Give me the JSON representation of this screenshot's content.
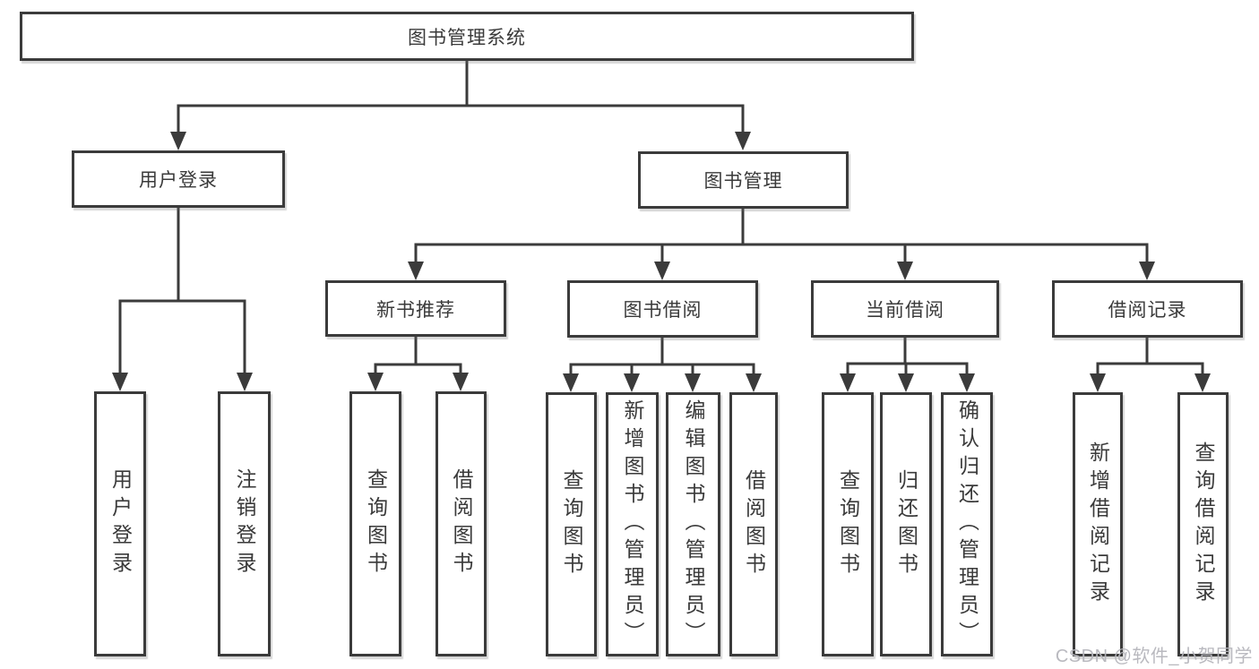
{
  "diagram": {
    "root": {
      "label": "图书管理系统"
    },
    "level2": [
      {
        "label": "用户登录"
      },
      {
        "label": "图书管理"
      }
    ],
    "level3": [
      {
        "label": "新书推荐"
      },
      {
        "label": "图书借阅"
      },
      {
        "label": "当前借阅"
      },
      {
        "label": "借阅记录"
      }
    ],
    "leaves": [
      {
        "label": "用户登录"
      },
      {
        "label": "注销登录"
      },
      {
        "label": "查询图书"
      },
      {
        "label": "借阅图书"
      },
      {
        "label": "查询图书"
      },
      {
        "label": "新增图书（管理员）"
      },
      {
        "label": "编辑图书（管理员）"
      },
      {
        "label": "借阅图书"
      },
      {
        "label": "查询图书"
      },
      {
        "label": "归还图书"
      },
      {
        "label": "确认归还（管理员）"
      },
      {
        "label": "新增借阅记录"
      },
      {
        "label": "查询借阅记录"
      }
    ],
    "line_color": "#3b3b3b"
  },
  "watermark": {
    "text": "CSDN @软件_小贺同学",
    "color": "#b6b6bc"
  }
}
